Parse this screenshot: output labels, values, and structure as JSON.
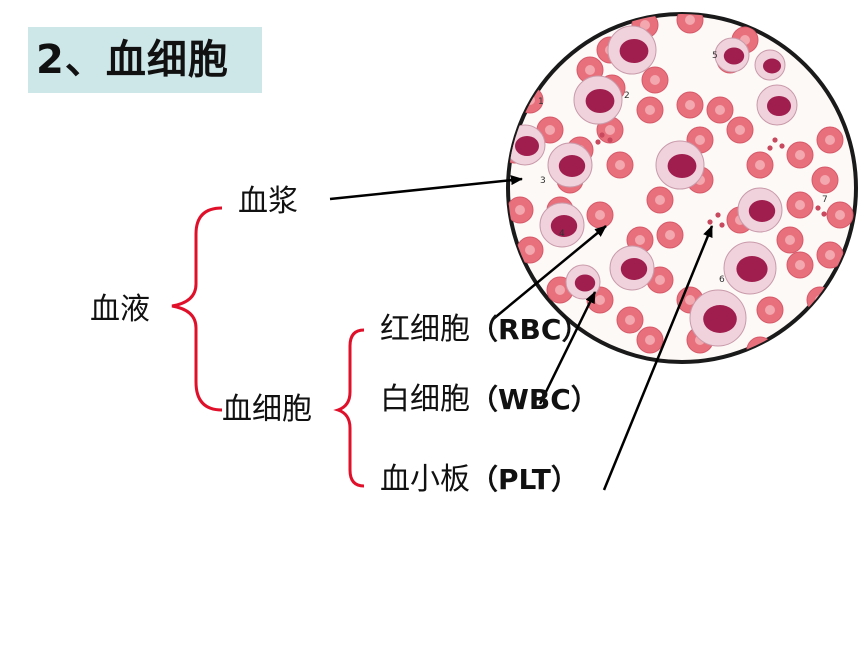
{
  "title": "2、血细胞",
  "tree": {
    "root": "血液",
    "plasma": "血浆",
    "cells": "血细胞",
    "cell_types": [
      {
        "name": "红细胞",
        "abbr": "（RBC）"
      },
      {
        "name": "白细胞",
        "abbr": "（WBC）"
      },
      {
        "name": "血小板",
        "abbr": "（PLT）"
      }
    ]
  },
  "smear_numbers": [
    "1",
    "2",
    "3",
    "4",
    "5",
    "6",
    "7"
  ],
  "colors": {
    "brace": "#e0102a",
    "red_cell": "#e8707c",
    "nucleus": "#a01e4e",
    "title_bg": "#cde6e8",
    "arrow": "#000000"
  }
}
